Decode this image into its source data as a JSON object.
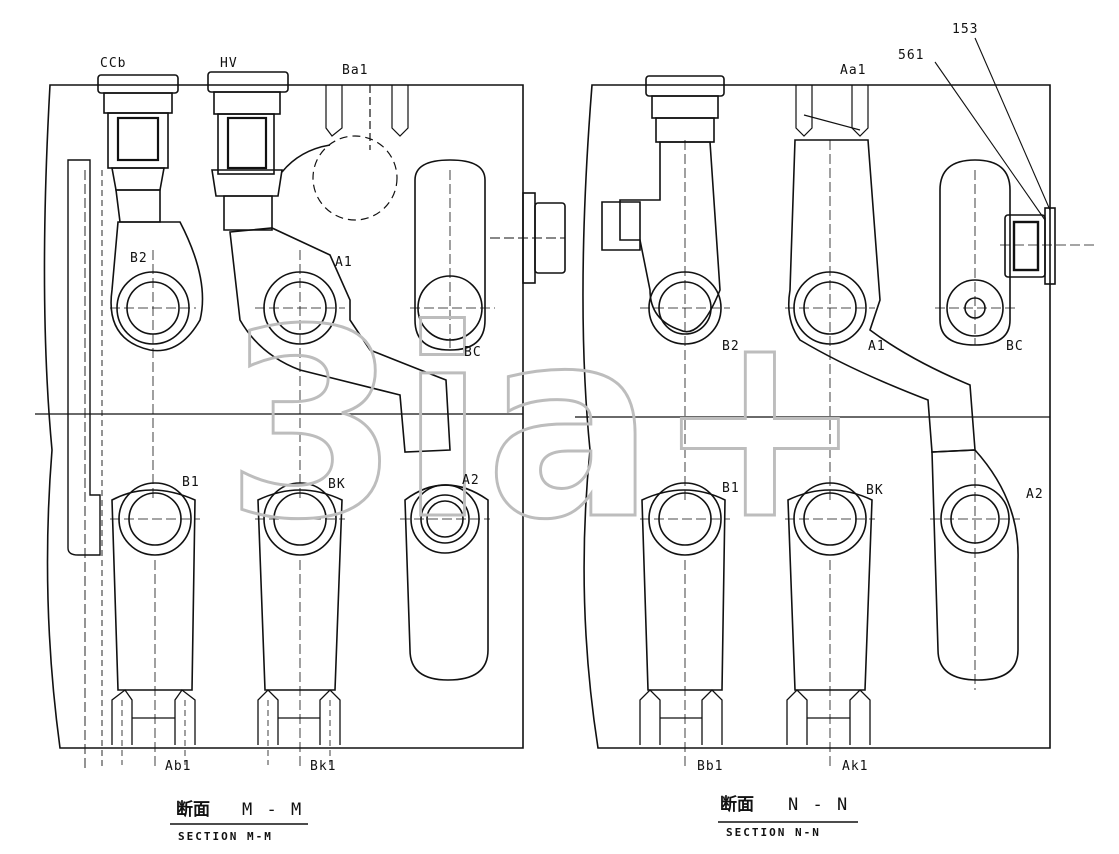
{
  "section_left": {
    "kanji": "断面",
    "title": "M - M",
    "subtitle": "SECTION M-M",
    "ports": {
      "ccb": "CCb",
      "hv": "HV",
      "ba1": "Ba1",
      "b2": "B2",
      "a1": "A1",
      "bc": "BC",
      "b1": "B1",
      "bk": "BK",
      "a2": "A2",
      "ab1": "Ab1",
      "bk1": "Bk1"
    }
  },
  "section_right": {
    "kanji": "断面",
    "title": "N - N",
    "subtitle": "SECTION N-N",
    "ports": {
      "aa1": "Aa1",
      "b2": "B2",
      "a1": "A1",
      "bc": "BC",
      "b1": "B1",
      "bk": "BK",
      "a2": "A2",
      "bb1": "Bb1",
      "ak1": "Ak1"
    },
    "callouts": {
      "n153": "153",
      "n561": "561"
    }
  },
  "watermark": "3ia+",
  "colors": {
    "line": "#111111",
    "watermark": "#bdbdbd",
    "background": "#ffffff"
  }
}
